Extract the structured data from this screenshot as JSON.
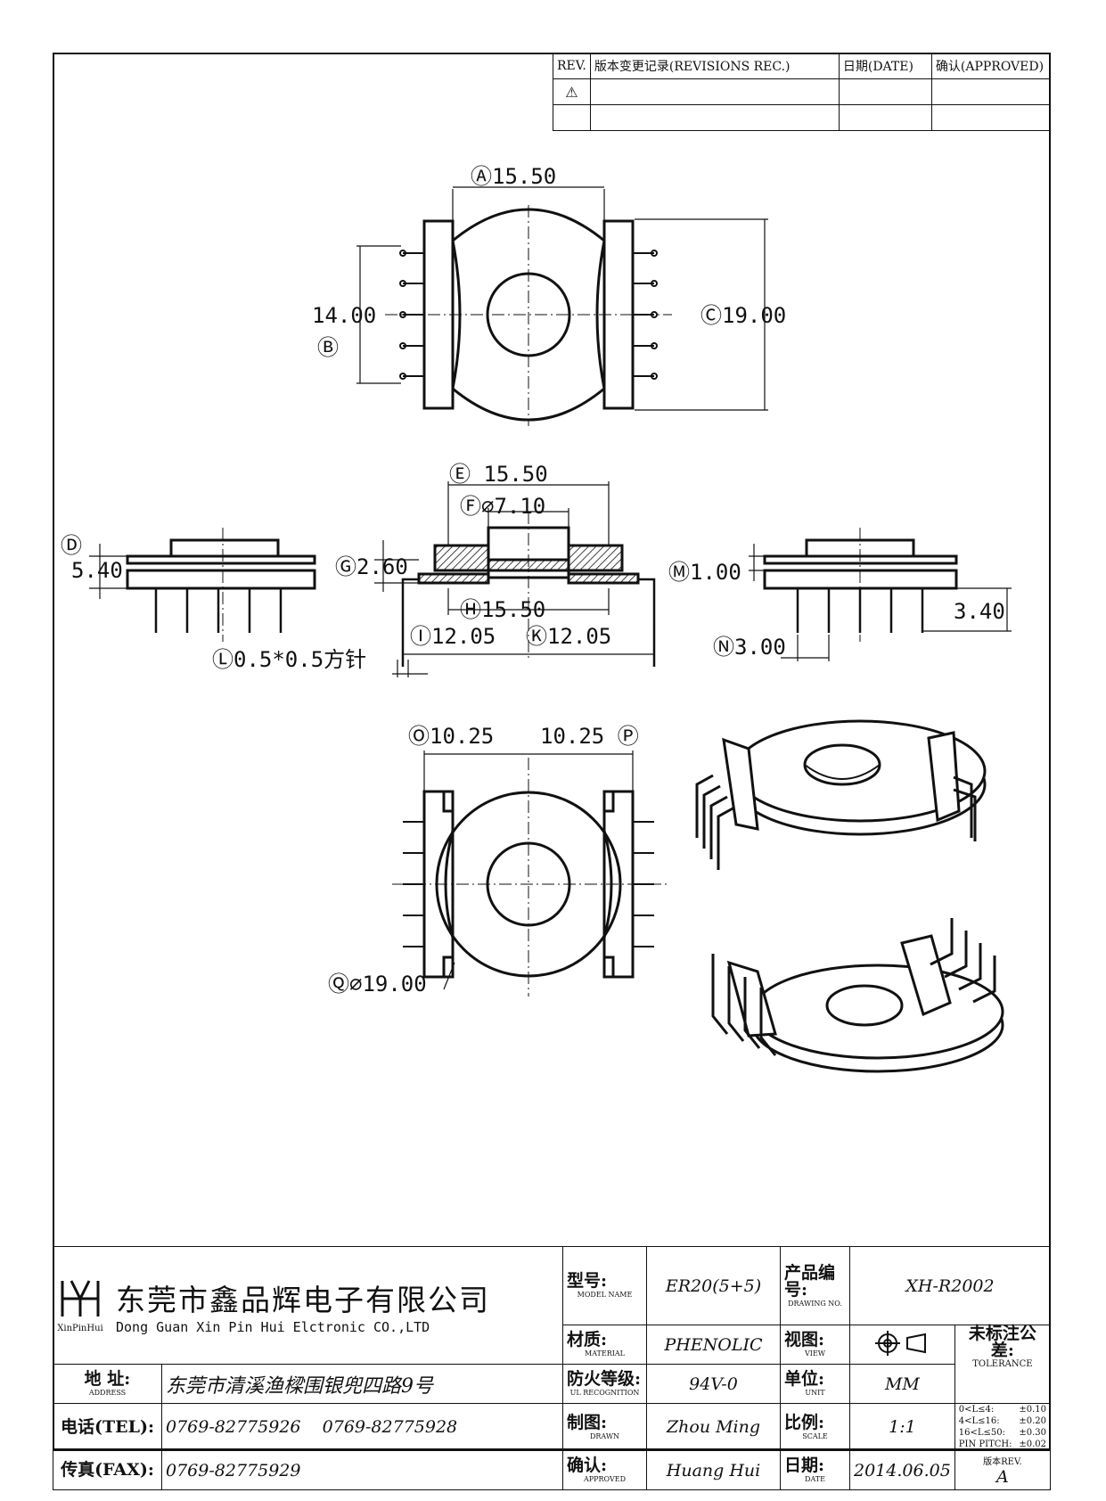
{
  "revision_table": {
    "headers": [
      "REV.",
      "版本变更记录(REVISIONS REC.)",
      "日期(DATE)",
      "确认(APPROVED)"
    ]
  },
  "dimensions": {
    "A": "15.50",
    "B": "14.00",
    "C": "19.00",
    "D": "5.40",
    "E": "15.50",
    "F": "⌀7.10",
    "G": "2.60",
    "H": "15.50",
    "I": "12.05",
    "K": "12.05",
    "L": "0.5*0.5方针",
    "M": "1.00",
    "N": "3.00",
    "side_pin": "3.40",
    "O": "10.25",
    "P": "10.25",
    "Q": "⌀19.00"
  },
  "title_block": {
    "company_cn": "东莞市鑫品辉电子有限公司",
    "company_en": "Dong Guan Xin Pin Hui Elctronic CO.,LTD",
    "logo_text": "XinPinHui",
    "address_label": "地 址:",
    "address_sub": "ADDRESS",
    "address": "东莞市清溪渔樑围银兜四路9号",
    "tel_label": "电话(TEL):",
    "tel1": "0769-82775926",
    "tel2": "0769-82775928",
    "fax_label": "传真(FAX):",
    "fax": "0769-82775929",
    "model_label": "型号:",
    "model_sub": "MODEL NAME",
    "model": "ER20(5+5)",
    "material_label": "材质:",
    "material_sub": "MATERIAL",
    "material": "PHENOLIC",
    "ul_label": "防火等级:",
    "ul_sub": "UL RECOGNITION",
    "ul": "94V-0",
    "drawn_label": "制图:",
    "drawn_sub": "DRAWN",
    "drawn": "Zhou Ming",
    "approved_label": "确认:",
    "approved_sub": "APPROVED",
    "approved": "Huang Hui",
    "dwgno_label": "产品编号:",
    "dwgno_sub": "DRAWING NO.",
    "dwgno": "XH-R2002",
    "view_label": "视图:",
    "view_sub": "VIEW",
    "unit_label": "单位:",
    "unit_sub": "UNIT",
    "unit": "MM",
    "scale_label": "比例:",
    "scale_sub": "SCALE",
    "scale": "1:1",
    "date_label": "日期:",
    "date_sub": "DATE",
    "date": "2014.06.05",
    "tol_label": "未标注公差:",
    "tol_sub": "TOLERANCE",
    "tol_rows": [
      [
        "0<L≤4:",
        "±0.10"
      ],
      [
        "4<L≤16:",
        "±0.20"
      ],
      [
        "16<L≤50:",
        "±0.30"
      ],
      [
        "PIN PITCH:",
        "±0.02"
      ]
    ],
    "rev_label": "版本REV.",
    "rev": "A"
  }
}
